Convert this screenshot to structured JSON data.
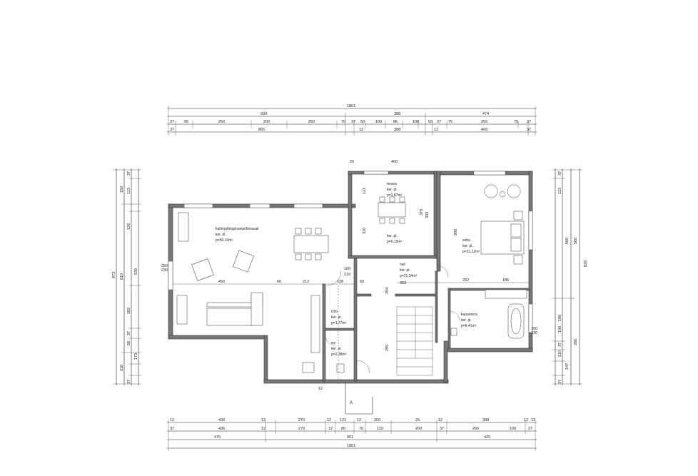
{
  "plan": {
    "top_dimensions": {
      "row1": [
        "1801"
      ],
      "row2": [
        "939",
        "388",
        "474"
      ],
      "row3": [
        "37",
        "95",
        "250",
        "200",
        "250",
        "70",
        "37",
        "50",
        "100",
        "86",
        "100",
        "50",
        "37",
        "75",
        "250",
        "75",
        "37"
      ],
      "row4": [
        "37",
        "865",
        "12",
        "388",
        "12",
        "400",
        "37"
      ]
    },
    "bottom_dimensions": {
      "row1": [
        "12",
        "436",
        "12",
        "270",
        "12",
        "121",
        "12",
        "200",
        "25",
        "12",
        "388",
        "12",
        "12"
      ],
      "row2": [
        "37",
        "436",
        "12",
        "270",
        "12",
        "80",
        "70",
        "110",
        "200",
        "37",
        "266",
        "100",
        "37"
      ],
      "row3": [
        "475",
        "901",
        "425"
      ],
      "row4": [
        "1801"
      ]
    },
    "left_dimensions": {
      "outer": "973",
      "mid": [
        "150",
        "610",
        "210"
      ],
      "inner": [
        "37",
        "113",
        "126",
        "530",
        "182",
        "37",
        "56",
        "173",
        "37"
      ]
    },
    "right_dimensions": {
      "outer": "826",
      "mid": [
        "560",
        "266"
      ],
      "inner": [
        "37",
        "113",
        "560",
        "180",
        "100",
        "37",
        "110",
        "147",
        "37"
      ]
    },
    "rooms": [
      {
        "name": "kuhinja/blagovanje/boravak",
        "floor": "ker. pl.",
        "area": "p=50,19m²"
      },
      {
        "name": "terasa",
        "floor": "ker. pl.",
        "area": "p=3,87m²"
      },
      {
        "name": "",
        "floor": "ker. pl.",
        "area": "p=6,19m²"
      },
      {
        "name": "soba",
        "floor": "ker. pl.",
        "area": "p=21,12m²"
      },
      {
        "name": "hall",
        "floor": "ker. pl.",
        "area": "p=21,34m²"
      },
      {
        "name": "kupaonica",
        "floor": "ker. pl.",
        "area": "p=8,41m²"
      },
      {
        "name": "izbo",
        "floor": "ker. pl.",
        "area": "p=1,77m²"
      },
      {
        "name": "wc",
        "floor": "ker. pl.",
        "area": "p=2,38m²"
      }
    ],
    "interior_labels": {
      "living_width": "450",
      "living_60": "60",
      "hall_width": "212",
      "hall_128": "128",
      "hall_60": "60",
      "hall_353": "353",
      "soba_900": "900",
      "soba_202": "202",
      "soba_186": "186",
      "hall_100": "100",
      "hall_210": "210",
      "hall_294": "294",
      "hall_295": "295",
      "terasa_400": "400",
      "terasa_25": "25",
      "terasa_113": "113",
      "terasa_370": "370",
      "terasa_333": "333",
      "terasa_310": "310",
      "win_250": "250",
      "win_230": "230",
      "bath_100": "100",
      "bath_130": "130",
      "wc_12": "12",
      "section_mark": "A"
    }
  }
}
